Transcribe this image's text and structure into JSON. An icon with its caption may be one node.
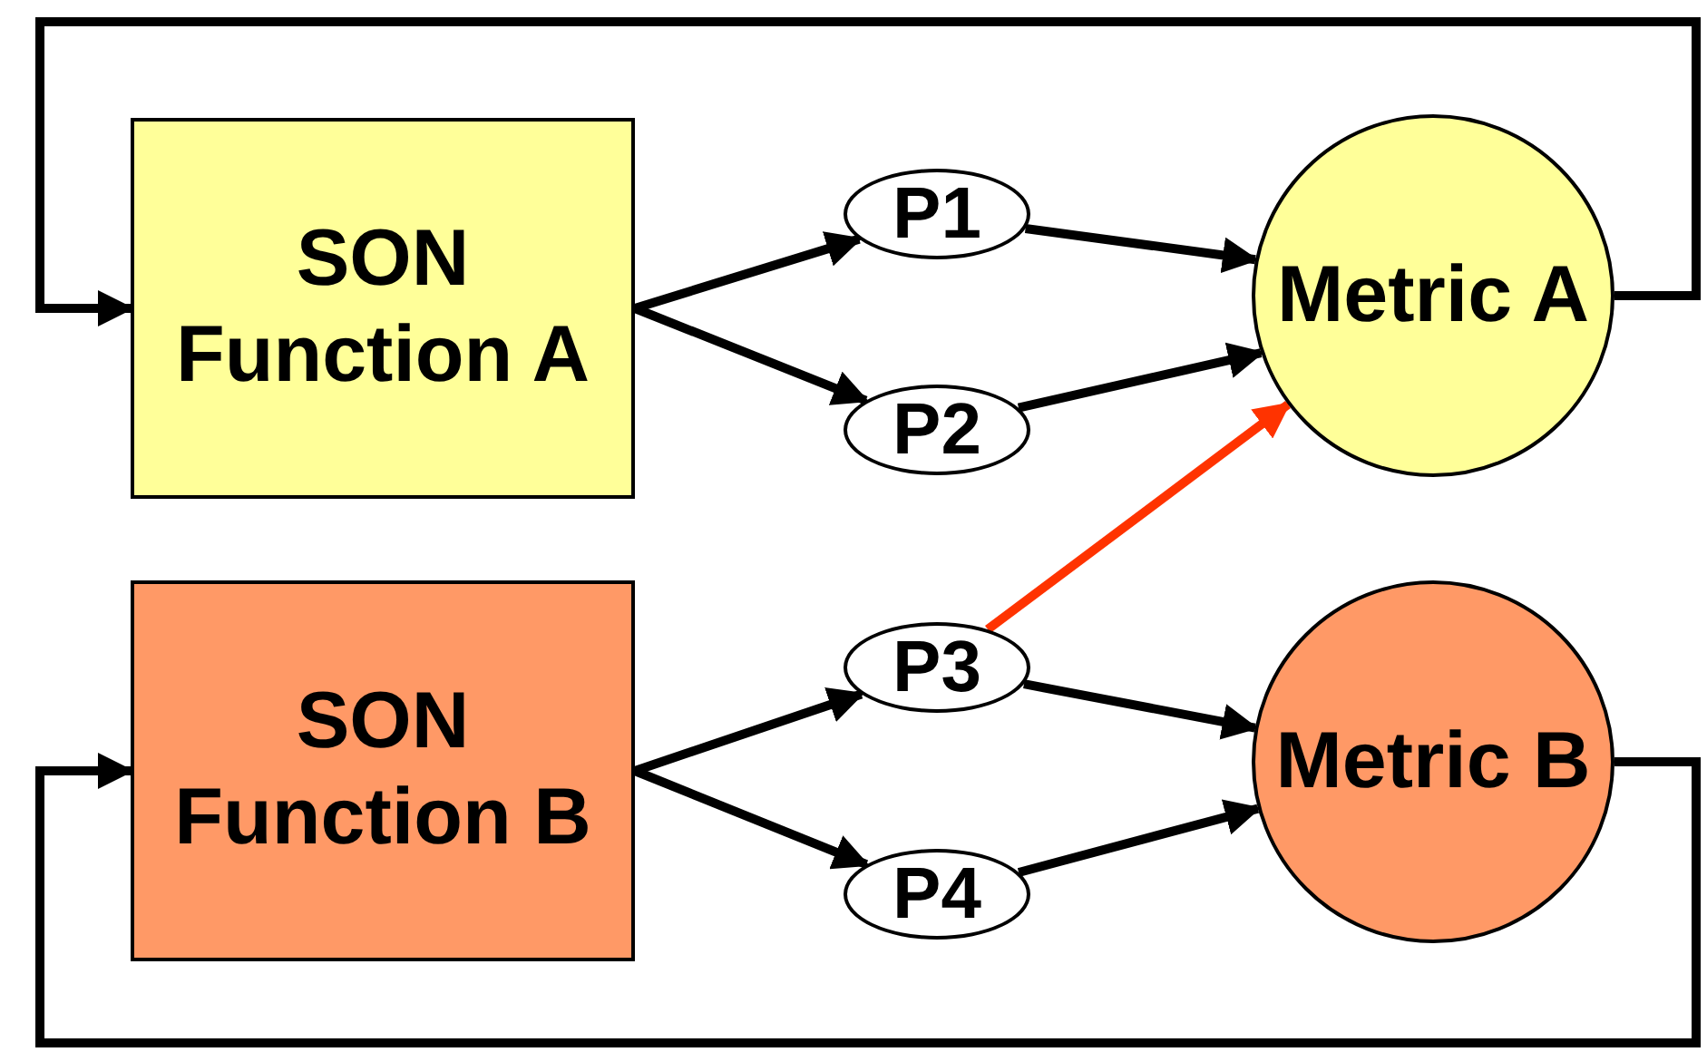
{
  "diagram": {
    "nodes": [
      {
        "text": [
          "SON Function A"
        ]
      },
      {
        "text": [
          "SON Function B"
        ]
      },
      {
        "text": [
          "P1"
        ]
      },
      {
        "text": [
          "P2"
        ]
      },
      {
        "text": [
          "P3"
        ]
      },
      {
        "text": [
          "P4"
        ]
      },
      {
        "text": [
          "Metric A"
        ]
      },
      {
        "text": [
          "Metric B"
        ]
      }
    ],
    "edges": [
      {
        "from": 0,
        "to": 2,
        "arrow": "to"
      },
      {
        "from": 0,
        "to": 3,
        "arrow": "to"
      },
      {
        "from": 2,
        "to": 6,
        "arrow": "to"
      },
      {
        "from": 3,
        "to": 6,
        "arrow": "to"
      },
      {
        "from": 4,
        "to": 6,
        "arrow": "to",
        "color": "#ff3300"
      },
      {
        "from": 1,
        "to": 4,
        "arrow": "to"
      },
      {
        "from": 1,
        "to": 5,
        "arrow": "to"
      },
      {
        "from": 4,
        "to": 7,
        "arrow": "to"
      },
      {
        "from": 5,
        "to": 7,
        "arrow": "to"
      },
      {
        "from": 6,
        "to": 0,
        "arrow": "to"
      },
      {
        "from": 7,
        "to": 1,
        "arrow": "to"
      }
    ]
  }
}
